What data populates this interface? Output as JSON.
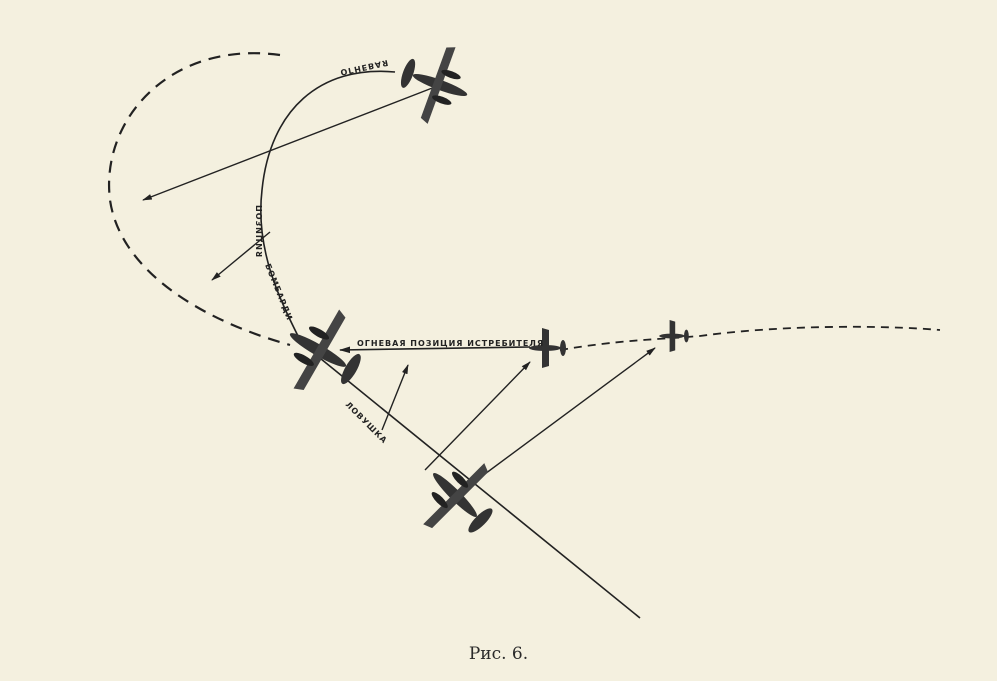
{
  "figure": {
    "caption": "Рис. 6.",
    "labels": {
      "top_arc_1": "ОГНЕВАЯ",
      "top_arc_2": "ПОЗИЦИЯ",
      "bomber_arc": "БОМБАРДИ",
      "fighter_line": "ОГНЕВАЯ ПОЗИЦИЯ ИСТРЕБИТЕЛЯ",
      "trap": "ЛОВУШКА"
    },
    "colors": {
      "paper": "#f4f0df",
      "ink": "#222222"
    }
  }
}
